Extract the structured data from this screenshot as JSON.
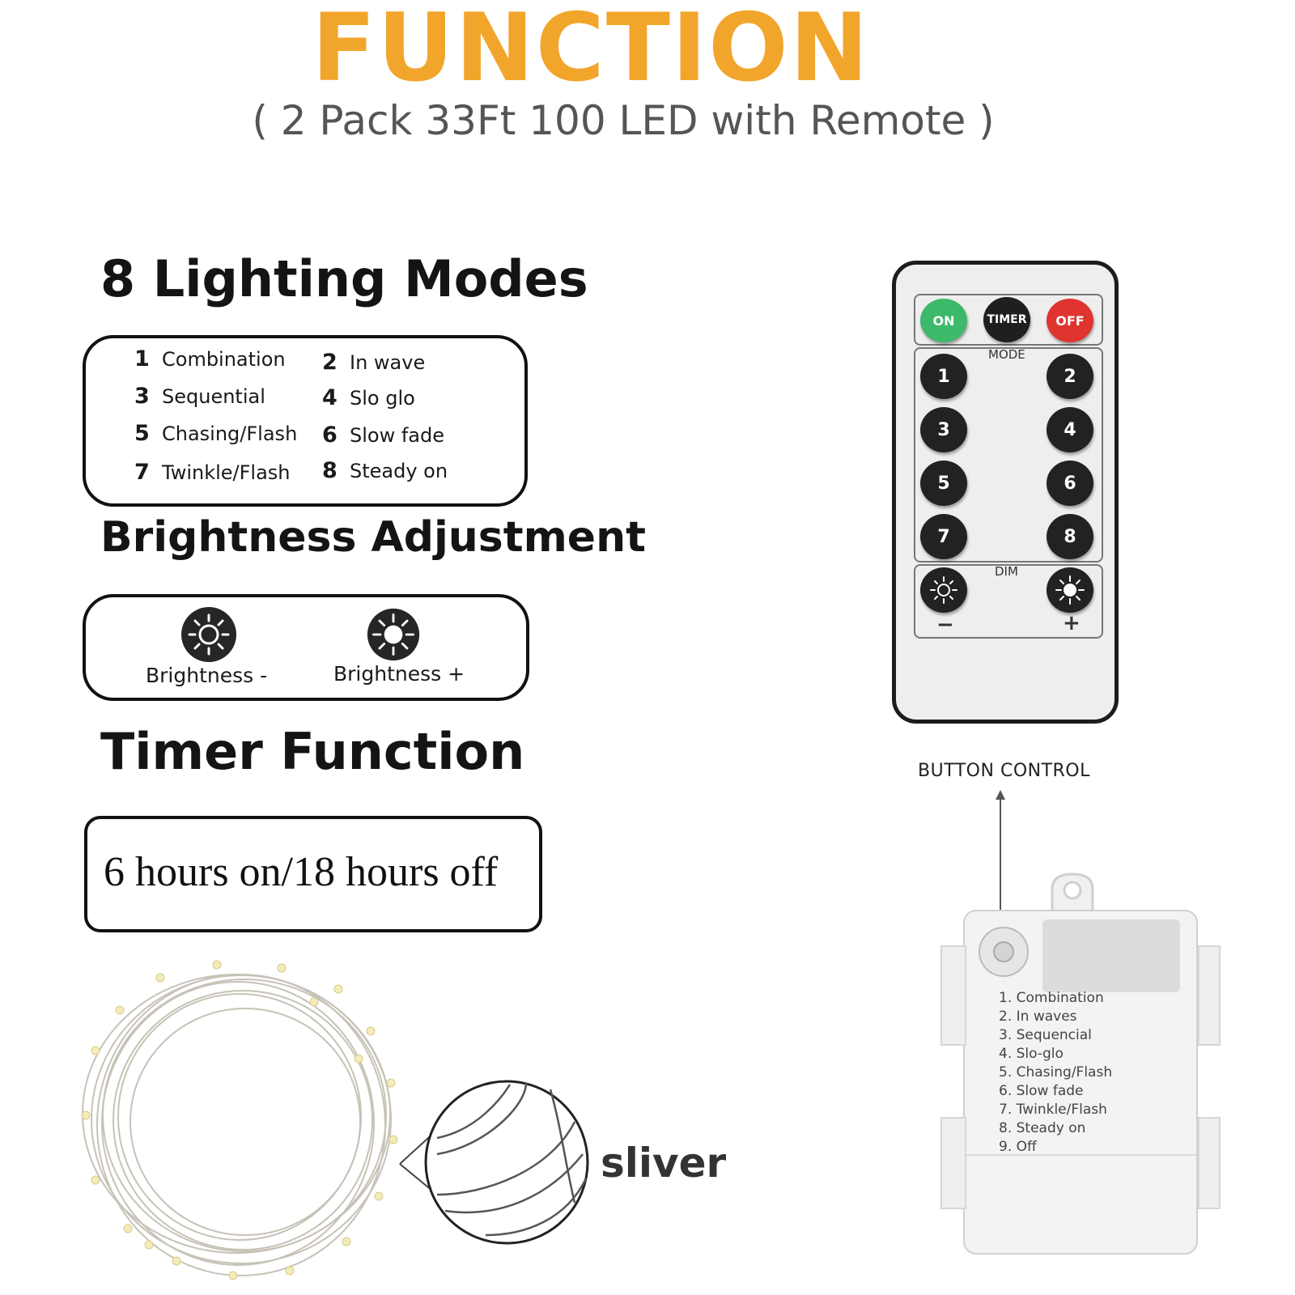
{
  "header": {
    "title": "FUNCTION",
    "subtitle": "( 2 Pack 33Ft 100 LED with Remote )",
    "accent_color": "#F2A52B"
  },
  "modes": {
    "heading": "8 Lighting Modes",
    "items": [
      {
        "num": "1",
        "label": "Combination"
      },
      {
        "num": "2",
        "label": "In wave"
      },
      {
        "num": "3",
        "label": "Sequential"
      },
      {
        "num": "4",
        "label": "Slo glo"
      },
      {
        "num": "5",
        "label": "Chasing/Flash"
      },
      {
        "num": "6",
        "label": "Slow fade"
      },
      {
        "num": "7",
        "label": "Twinkle/Flash"
      },
      {
        "num": "8",
        "label": "Steady on"
      }
    ]
  },
  "brightness": {
    "heading": "Brightness Adjustment",
    "minus_label": "Brightness -",
    "plus_label": "Brightness +",
    "minus_icon": "sun-outline-icon",
    "plus_icon": "sun-filled-icon"
  },
  "timer": {
    "heading": "Timer Function",
    "text": "6 hours on/18 hours off"
  },
  "remote": {
    "on_label": "ON",
    "timer_label": "TIMER",
    "off_label": "OFF",
    "mode_label": "MODE",
    "dim_label": "DIM",
    "minus_sign": "−",
    "plus_sign": "+",
    "mode_buttons": [
      "1",
      "2",
      "3",
      "4",
      "5",
      "6",
      "7",
      "8"
    ],
    "on_color": "#3CB96A",
    "off_color": "#E0342E",
    "body_color": "#EEEEEE"
  },
  "button_control_label": "BUTTON CONTROL",
  "sliver_label": "sliver",
  "battery_box": {
    "items": [
      "1. Combination",
      "2. In waves",
      "3. Sequencial",
      "4. Slo-glo",
      "5. Chasing/Flash",
      "6. Slow fade",
      "7. Twinkle/Flash",
      "8. Steady on",
      "9. Off"
    ]
  }
}
